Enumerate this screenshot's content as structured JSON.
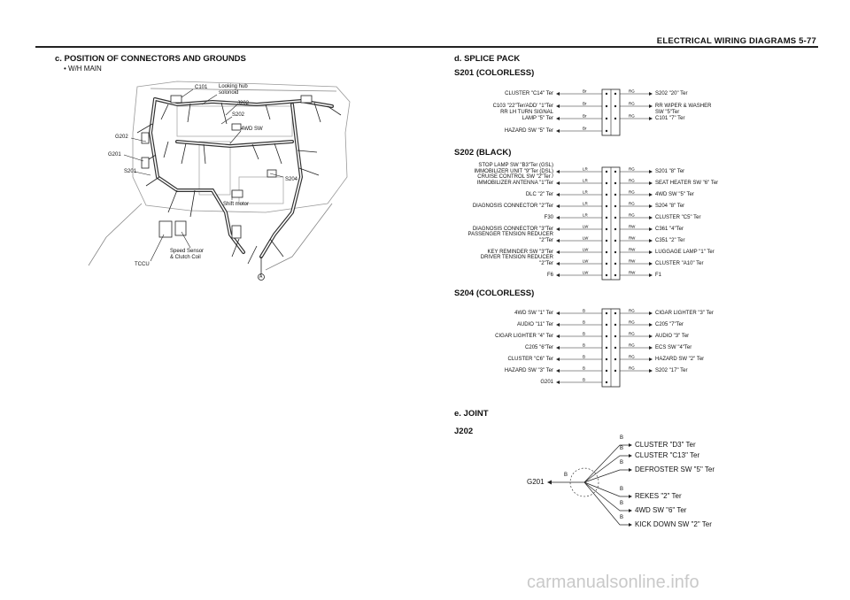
{
  "header": {
    "title": "ELECTRICAL WIRING DIAGRAMS  5-77"
  },
  "section_c": {
    "title": "c. POSITION OF CONNECTORS AND GROUNDS",
    "subtitle": "• W/H MAIN",
    "callouts": {
      "c101": "C101",
      "looking_hub": "Looking hub\nsolonoid",
      "j202": "J202",
      "s202": "S202",
      "fourwd": "4WD SW",
      "g202": "G202",
      "g201": "G201",
      "s201": "S201",
      "s204": "S204",
      "shift_motor": "Shift motor",
      "speed_sensor": "Speed Sensor\n& Clutch Coil",
      "tccu": "TCCU",
      "a_mark": "A"
    }
  },
  "section_d": {
    "title": "d. SPLICE PACK",
    "s201": {
      "title": "S201  (COLORLESS)",
      "left": [
        "CLUSTER \"C14\" Ter",
        "C103 \"22\"Ter/ADD' \"1\"Ter",
        "RR LH TURN SIGNAL\nLAMP \"5\" Ter",
        "HAZARD SW \"5\" Ter"
      ],
      "right": [
        "S202 \"20\" Ter",
        "RR WIPER & WASHER\nSW \"5\"Ter",
        "C101 \"7\" Ter"
      ],
      "wire_l": [
        "Br",
        "Br",
        "Br",
        "Br"
      ],
      "wire_r": [
        "RG",
        "RG",
        "RG"
      ]
    },
    "s202": {
      "title": "S202  (BLACK)",
      "left": [
        "STOP LAMP SW \"B3\"Ter (GSL)\nIMMOBILIZER UNIT \"9\"Ter (DSL)",
        "CRUISE CONTROL SW \"2\"Ter /\nIMMOBILIZER ANTENNA \"1\"Ter",
        "DLC \"2\" Ter",
        "DIAGNOSIS CONNECTOR \"2\"Ter",
        "F30",
        "DIAGNOSIS CONNECTOR \"3\"Ter",
        "PASSENGER TENSION REDUCER\n\"2\"Ter",
        "KEY REMINDER SW \"3\"Ter",
        "DRIVER TENSION REDUCER\n\"2\"Ter",
        "F6"
      ],
      "right": [
        "S201 \"8\" Ter",
        "SEAT HEATER SW \"6\" Ter",
        "4WD SW \"5\" Ter",
        "S204 \"8\" Ter",
        "CLUSTER \"C5\" Ter",
        "C361 \"4\"Ter",
        "C351 \"2\" Ter",
        "LUGGAGE LAMP \"1\" Ter",
        "CLUSTER \"A10\" Ter",
        "F1"
      ],
      "wire_l": [
        "LR",
        "LR",
        "LR",
        "LR",
        "LR",
        "LW",
        "LW",
        "LW",
        "LW",
        "LW"
      ],
      "wire_r": [
        "RG",
        "RG",
        "RG",
        "RG",
        "RG",
        "RW",
        "RW",
        "RW",
        "RW",
        "RW"
      ]
    },
    "s204": {
      "title": "S204  (COLORLESS)",
      "left": [
        "4WD SW \"1\" Ter",
        "AUDIO \"11\" Ter",
        "CIGAR LIGHTER \"4\" Ter",
        "C205 \"6\"Ter",
        "CLUSTER \"C6\" Ter",
        "HAZARD SW \"3\" Ter",
        "G201"
      ],
      "right": [
        "CIGAR LIGHTER \"3\" Ter",
        "C205 \"7\"Ter",
        "AUDIO \"3\" Ter",
        "ECS SW \"4\"Ter",
        "HAZARD SW \"2\" Ter",
        "S202 \"17\" Ter"
      ],
      "wire_l": [
        "B",
        "B",
        "B",
        "B",
        "B",
        "B",
        "B"
      ],
      "wire_r": [
        "RG",
        "RG",
        "RG",
        "RG",
        "RG",
        "RG"
      ]
    }
  },
  "section_e": {
    "title": "e. JOINT",
    "j202": {
      "title": "J202",
      "ground": "G201",
      "ground_wire": "B",
      "branches": [
        "CLUSTER \"D3\" Ter",
        "CLUSTER \"C13\" Ter",
        "DEFROSTER SW \"5\" Ter",
        "REKES \"2\" Ter",
        "4WD SW \"6\" Ter",
        "KICK DOWN SW \"2\" Ter"
      ],
      "branch_wires": [
        "B",
        "B",
        "B",
        "B",
        "B",
        "B"
      ]
    }
  },
  "watermark": "carmanualsonline.info"
}
